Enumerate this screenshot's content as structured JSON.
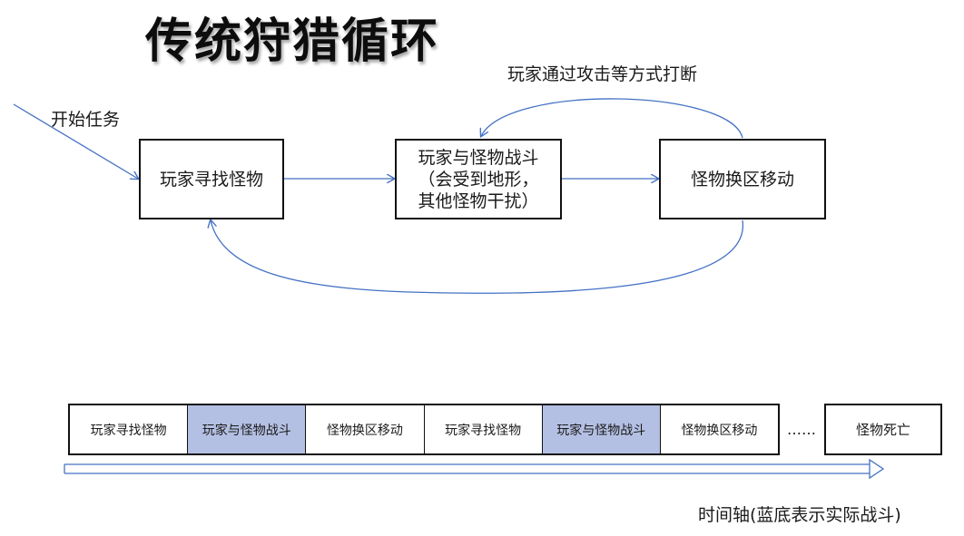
{
  "title": "传统狩猎循环",
  "loop_label": "玩家通过攻击等方式打断",
  "start_label": "开始任务",
  "nodes": [
    {
      "label": "玩家寻找怪物"
    },
    {
      "label": "玩家与怪物战斗\n（会受到地形，\n其他怪物干扰）"
    },
    {
      "label": "怪物换区移动"
    }
  ],
  "timeline": {
    "segments": [
      {
        "label": "玩家寻找怪物",
        "fighting": false
      },
      {
        "label": "玩家与怪物战斗",
        "fighting": true
      },
      {
        "label": "怪物换区移动",
        "fighting": false
      },
      {
        "label": "玩家寻找怪物",
        "fighting": false
      },
      {
        "label": "玩家与怪物战斗",
        "fighting": true
      },
      {
        "label": "怪物换区移动",
        "fighting": false
      }
    ],
    "ellipsis": "……",
    "end_label": "怪物死亡",
    "caption": "时间轴(蓝底表示实际战斗)"
  },
  "colors": {
    "arrow": "#4472c4",
    "fight_fill": "#b4c0e3",
    "border": "#111111"
  }
}
